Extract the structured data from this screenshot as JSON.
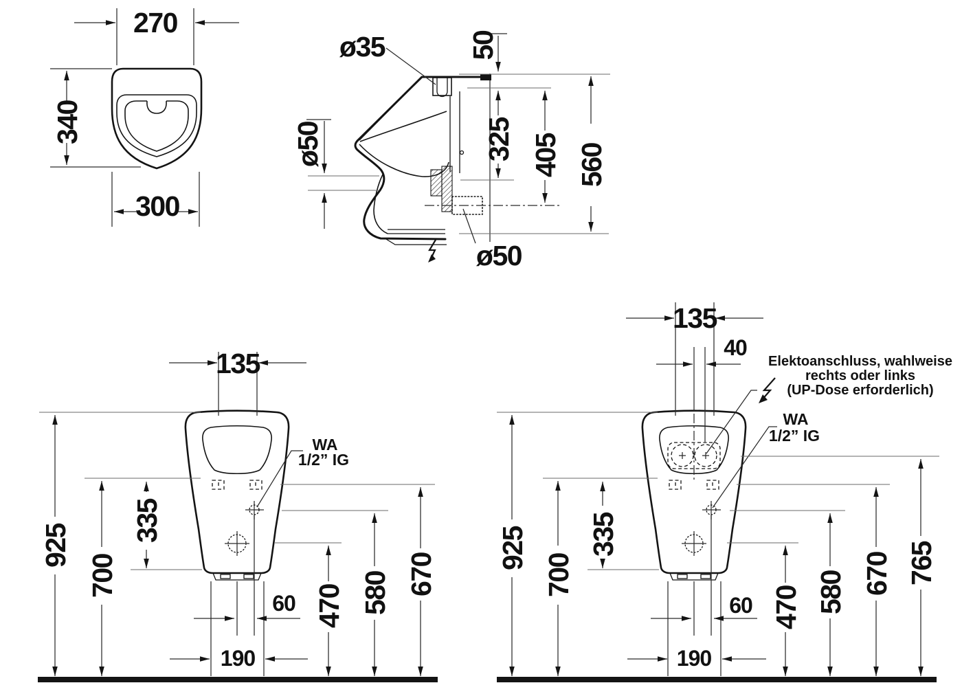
{
  "views": {
    "plan": {
      "width_top": "270",
      "height": "340",
      "width_max": "300"
    },
    "section": {
      "inlet_diameter": "ø35",
      "top_clearance": "50",
      "outlet_diameter": "ø50",
      "inlet_to_trap": "325",
      "inlet_to_outlet": "405",
      "overall_height": "560",
      "outlet_pipe_diameter": "ø50"
    },
    "front": {
      "fixing_spacing": "135",
      "wa_title": "WA",
      "wa_thread": "1/2” IG",
      "install_height": "925",
      "rim_height": "700",
      "body_span": "335",
      "wa_offset": "60",
      "base_width": "190",
      "trap_height": "470",
      "wa_height": "580",
      "fixing_height": "670"
    },
    "front_electric": {
      "fixing_spacing": "135",
      "electric_offset": "40",
      "note_line1": "Elektoanschluss, wahlweise",
      "note_line2": "rechts oder links",
      "note_line3": "(UP-Dose erforderlich)",
      "wa_title": "WA",
      "wa_thread": "1/2” IG",
      "install_height": "925",
      "rim_height": "700",
      "body_span": "335",
      "wa_offset": "60",
      "base_width": "190",
      "trap_height": "470",
      "wa_height": "580",
      "fixing_height": "670",
      "electric_height": "765"
    }
  }
}
